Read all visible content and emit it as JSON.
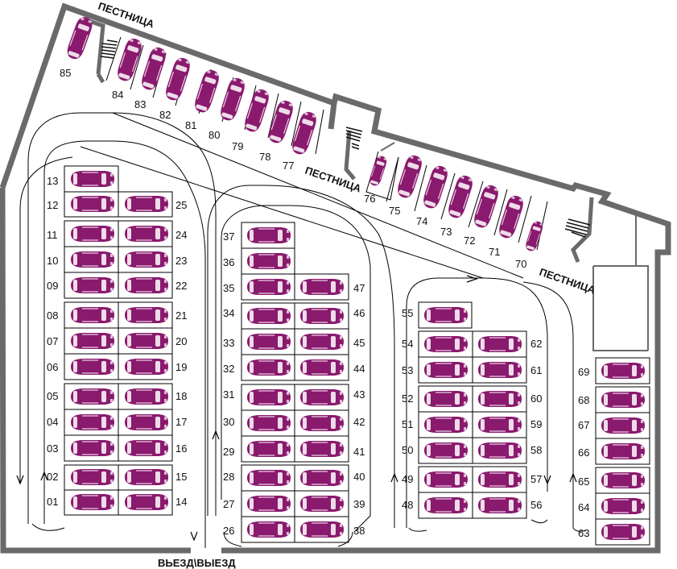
{
  "labels": {
    "stairs_top": "ПЕСТНИЦА",
    "stairs_middle": "ПЕСТНИЦА",
    "stairs_right": "ПЕСТНИЦА",
    "exit": "ВЬЕЗД\\ВЫЕЗД"
  },
  "colors": {
    "car": "#8a1a6e",
    "wall": "#6a6a6a",
    "line": "#000000"
  },
  "spots": {
    "col1_left": [
      "13",
      "12",
      "11",
      "10",
      "09",
      "08",
      "07",
      "06",
      "05",
      "04",
      "03",
      "02",
      "01"
    ],
    "col1_right": [
      "25",
      "24",
      "23",
      "22",
      "21",
      "20",
      "19",
      "18",
      "17",
      "16",
      "15",
      "14"
    ],
    "col2_left": [
      "37",
      "36",
      "35",
      "34",
      "33",
      "32",
      "31",
      "30",
      "29",
      "28",
      "27",
      "26"
    ],
    "col2_right": [
      "47",
      "46",
      "45",
      "44",
      "43",
      "42",
      "41",
      "40",
      "39",
      "38"
    ],
    "col3_left": [
      "55",
      "54",
      "53",
      "52",
      "51",
      "50",
      "49",
      "48"
    ],
    "col3_right": [
      "62",
      "61",
      "60",
      "59",
      "58",
      "57",
      "56"
    ],
    "col4": [
      "69",
      "68",
      "67",
      "66",
      "65",
      "64",
      "63"
    ],
    "diag_upper": [
      "85",
      "84",
      "83",
      "82",
      "81",
      "80",
      "79",
      "78",
      "77"
    ],
    "diag_lower": [
      "76",
      "75",
      "74",
      "73",
      "72",
      "71",
      "70"
    ]
  }
}
